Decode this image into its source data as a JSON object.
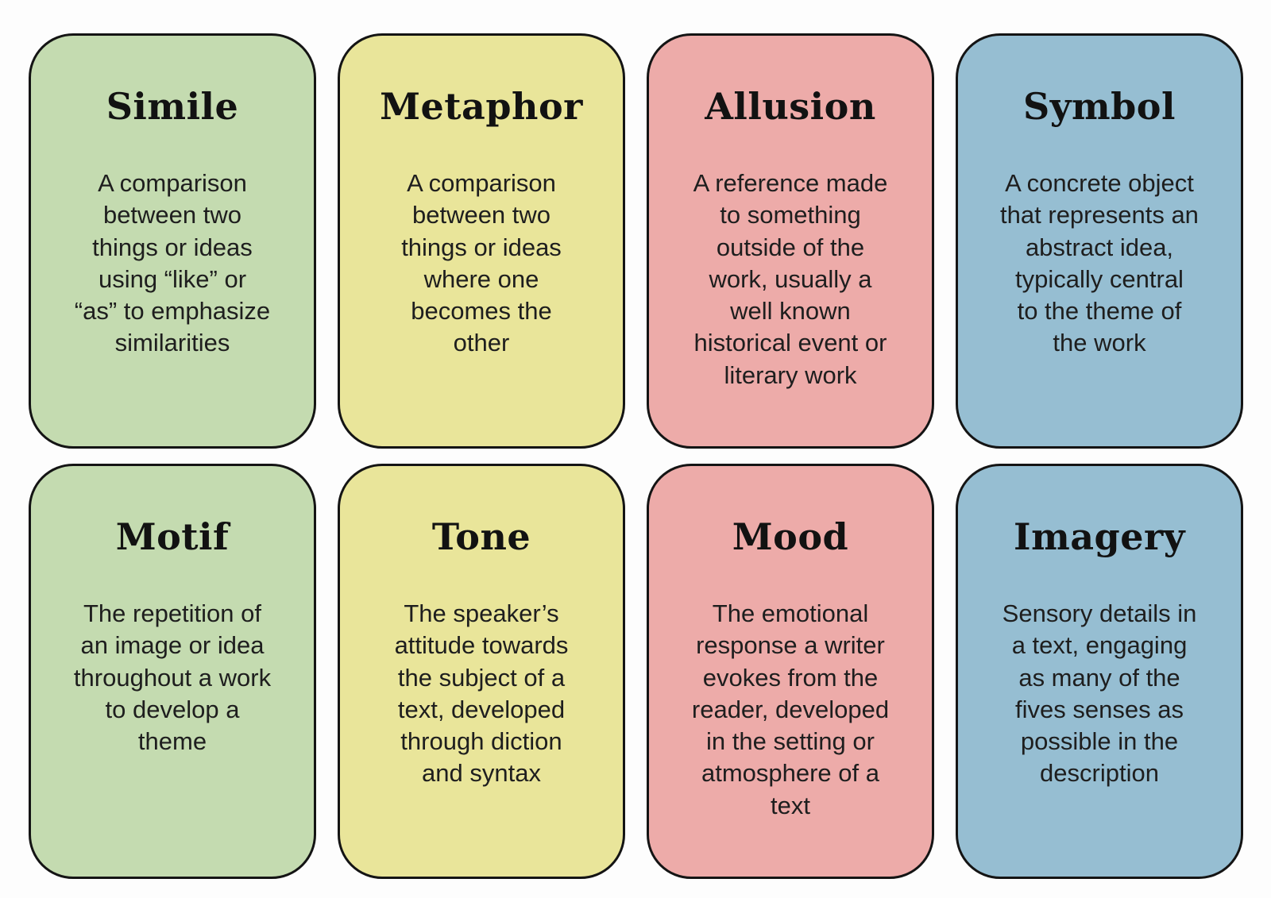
{
  "page": {
    "background_color": "#fdfdfd",
    "card_border_color": "#141414",
    "title_text_color": "#121212",
    "body_text_color": "#1e1e1e"
  },
  "cards": [
    {
      "title": "Simile",
      "definition": "A comparison\nbetween two\nthings or ideas\nusing “like” or\n“as” to emphasize\nsimilarities",
      "color": "#c4dbb0"
    },
    {
      "title": "Metaphor",
      "definition": "A comparison\nbetween two\nthings or ideas\nwhere one\nbecomes the\nother",
      "color": "#e9e59a"
    },
    {
      "title": "Allusion",
      "definition": "A reference made\nto something\noutside of the\nwork, usually a\nwell known\nhistorical event or\nliterary work",
      "color": "#edaba9"
    },
    {
      "title": "Symbol",
      "definition": "A concrete object\nthat represents an\nabstract idea,\ntypically central\nto the theme of\nthe work",
      "color": "#96bed2"
    },
    {
      "title": "Motif",
      "definition": "The repetition of\nan image or idea\nthroughout a work\nto develop a\ntheme",
      "color": "#c4dbb0"
    },
    {
      "title": "Tone",
      "definition": "The speaker’s\nattitude towards\nthe subject of a\ntext, developed\nthrough diction\nand syntax",
      "color": "#e9e59a"
    },
    {
      "title": "Mood",
      "definition": "The emotional\nresponse a writer\nevokes from the\nreader, developed\nin the setting or\natmosphere of a\ntext",
      "color": "#edaba9"
    },
    {
      "title": "Imagery",
      "definition": "Sensory details in\na text, engaging\nas many of the\nfives senses as\npossible in the\ndescription",
      "color": "#96bed2"
    }
  ]
}
